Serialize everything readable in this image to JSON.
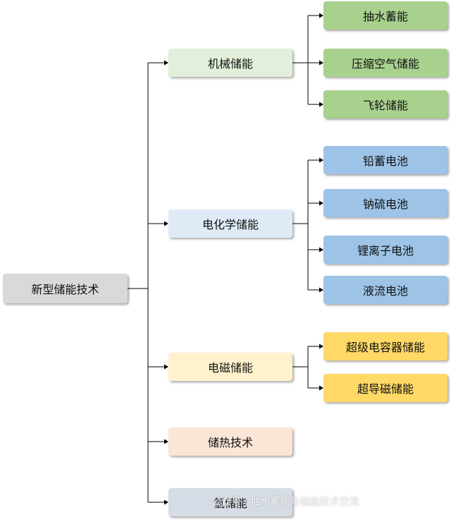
{
  "root": {
    "label": "新型储能技术"
  },
  "categories": [
    {
      "label": "机械储能",
      "color": "#E2EFDA",
      "children": [
        {
          "label": "抽水蓄能",
          "color": "#A9D18E"
        },
        {
          "label": "压缩空气储能",
          "color": "#A9D18E"
        },
        {
          "label": "飞轮储能",
          "color": "#A9D18E"
        }
      ]
    },
    {
      "label": "电化学储能",
      "color": "#DEEBF7",
      "children": [
        {
          "label": "铅蓄电池",
          "color": "#9DC3E6"
        },
        {
          "label": "钠硫电池",
          "color": "#9DC3E6"
        },
        {
          "label": "锂离子电池",
          "color": "#9DC3E6"
        },
        {
          "label": "液流电池",
          "color": "#9DC3E6"
        }
      ]
    },
    {
      "label": "电磁储能",
      "color": "#FFF2CC",
      "children": [
        {
          "label": "超级电容器储能",
          "color": "#FFD966"
        },
        {
          "label": "超导磁储能",
          "color": "#FFD966"
        }
      ]
    },
    {
      "label": "储热技术",
      "color": "#FBE5D6",
      "children": []
    },
    {
      "label": "氢储能",
      "color": "#D6DCE5",
      "children": []
    }
  ],
  "root_color": "#D9D9D9",
  "line_color": "#000000",
  "watermark": "公众号 · 抽水蓄能与储能技术交流"
}
